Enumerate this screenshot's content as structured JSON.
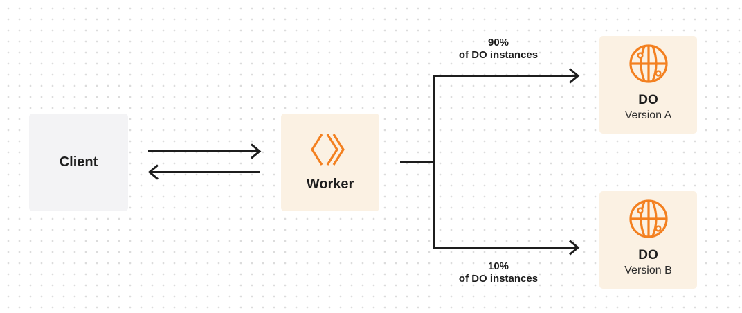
{
  "client": {
    "title": "Client"
  },
  "worker": {
    "title": "Worker",
    "icon": "workers-chevron-icon"
  },
  "do_a": {
    "title": "DO",
    "subtitle": "Version A",
    "icon": "globe-icon"
  },
  "do_b": {
    "title": "DO",
    "subtitle": "Version B",
    "icon": "globe-icon"
  },
  "routes": {
    "top": {
      "percent": "90%",
      "text": "of DO instances"
    },
    "bottom": {
      "percent": "10%",
      "text": "of DO instances"
    }
  },
  "colors": {
    "accent": "#f38020",
    "client_bg": "#f3f3f5",
    "worker_bg": "#fbf1e3",
    "line": "#1d1d1d"
  }
}
